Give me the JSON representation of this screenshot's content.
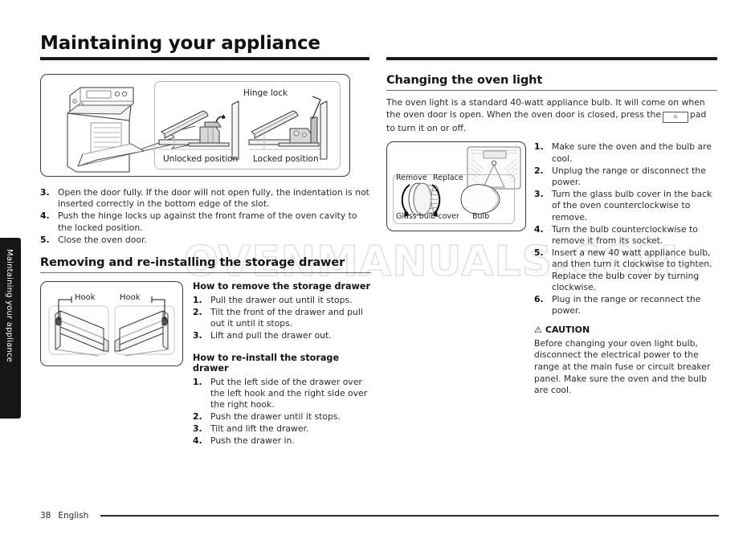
{
  "sidebar": {
    "tab_label": "Maintaining your appliance"
  },
  "header": {
    "title": "Maintaining your appliance"
  },
  "watermark": {
    "text": "OVENMANUALS.COM"
  },
  "left_column": {
    "hinge_figure": {
      "caption_hinge_lock": "Hinge lock",
      "caption_unlocked": "Unlocked position",
      "caption_locked": "Locked position"
    },
    "door_steps": [
      {
        "num": "3.",
        "text": "Open the door fully. If the door will not open fully, the indentation is not inserted correctly in the bottom edge of the slot."
      },
      {
        "num": "4.",
        "text": "Push the hinge locks up against the front frame of the oven cavity to the locked position."
      },
      {
        "num": "5.",
        "text": "Close the oven door."
      }
    ],
    "drawer_section": {
      "heading": "Removing and re-installing the storage drawer",
      "figure": {
        "caption_hook_left": "Hook",
        "caption_hook_right": "Hook"
      },
      "remove_heading": "How to remove the storage drawer",
      "remove_steps": [
        {
          "num": "1.",
          "text": "Pull the drawer out until it stops."
        },
        {
          "num": "2.",
          "text": "Tilt the front of the drawer and pull out it until it stops."
        },
        {
          "num": "3.",
          "text": "Lift and pull the drawer out."
        }
      ],
      "reinstall_heading": "How to re-install the storage drawer",
      "reinstall_steps": [
        {
          "num": "1.",
          "text": "Put the left side of the drawer over the left hook and the right side over the right hook."
        },
        {
          "num": "2.",
          "text": "Push the drawer until it stops."
        },
        {
          "num": "3.",
          "text": "Tilt and lift the drawer."
        },
        {
          "num": "4.",
          "text": "Push the drawer in."
        }
      ]
    }
  },
  "right_column": {
    "heading": "Changing the oven light",
    "intro_part1": "The oven light is a standard 40-watt appliance bulb. It will come on when the oven door is open. When the oven door is closed, press the",
    "intro_pad_icon": "oven-light-pad-icon",
    "intro_part2": "pad to turn it on or off.",
    "bulb_figure": {
      "caption_remove": "Remove",
      "caption_replace": "Replace",
      "caption_glass_cover": "Glass bulb cover",
      "caption_bulb": "Bulb"
    },
    "bulb_steps": [
      {
        "num": "1.",
        "text": "Make sure the oven and the bulb are cool."
      },
      {
        "num": "2.",
        "text": "Unplug the range or disconnect the power."
      },
      {
        "num": "3.",
        "text": "Turn the glass bulb cover in the back of the oven counterclockwise to remove."
      },
      {
        "num": "4.",
        "text": "Turn the bulb counterclockwise to remove it from its socket."
      },
      {
        "num": "5.",
        "text": "Insert a new 40 watt appliance bulb, and then turn it clockwise to tighten. Replace the bulb cover by turning clockwise."
      },
      {
        "num": "6.",
        "text": "Plug in the range or reconnect the power."
      }
    ],
    "caution": {
      "label": "CAUTION",
      "icon": "warning-triangle-icon",
      "text": "Before changing your oven light bulb, disconnect the electrical power to the range at the main fuse or circuit breaker panel. Make sure the oven and the bulb are cool."
    }
  },
  "footer": {
    "page_number": "38",
    "language": "English"
  },
  "colors": {
    "rule_dark": "#1a1a1a",
    "text": "#2b2b2b",
    "tab_bg": "#161616",
    "watermark": "#e2e2e2"
  }
}
